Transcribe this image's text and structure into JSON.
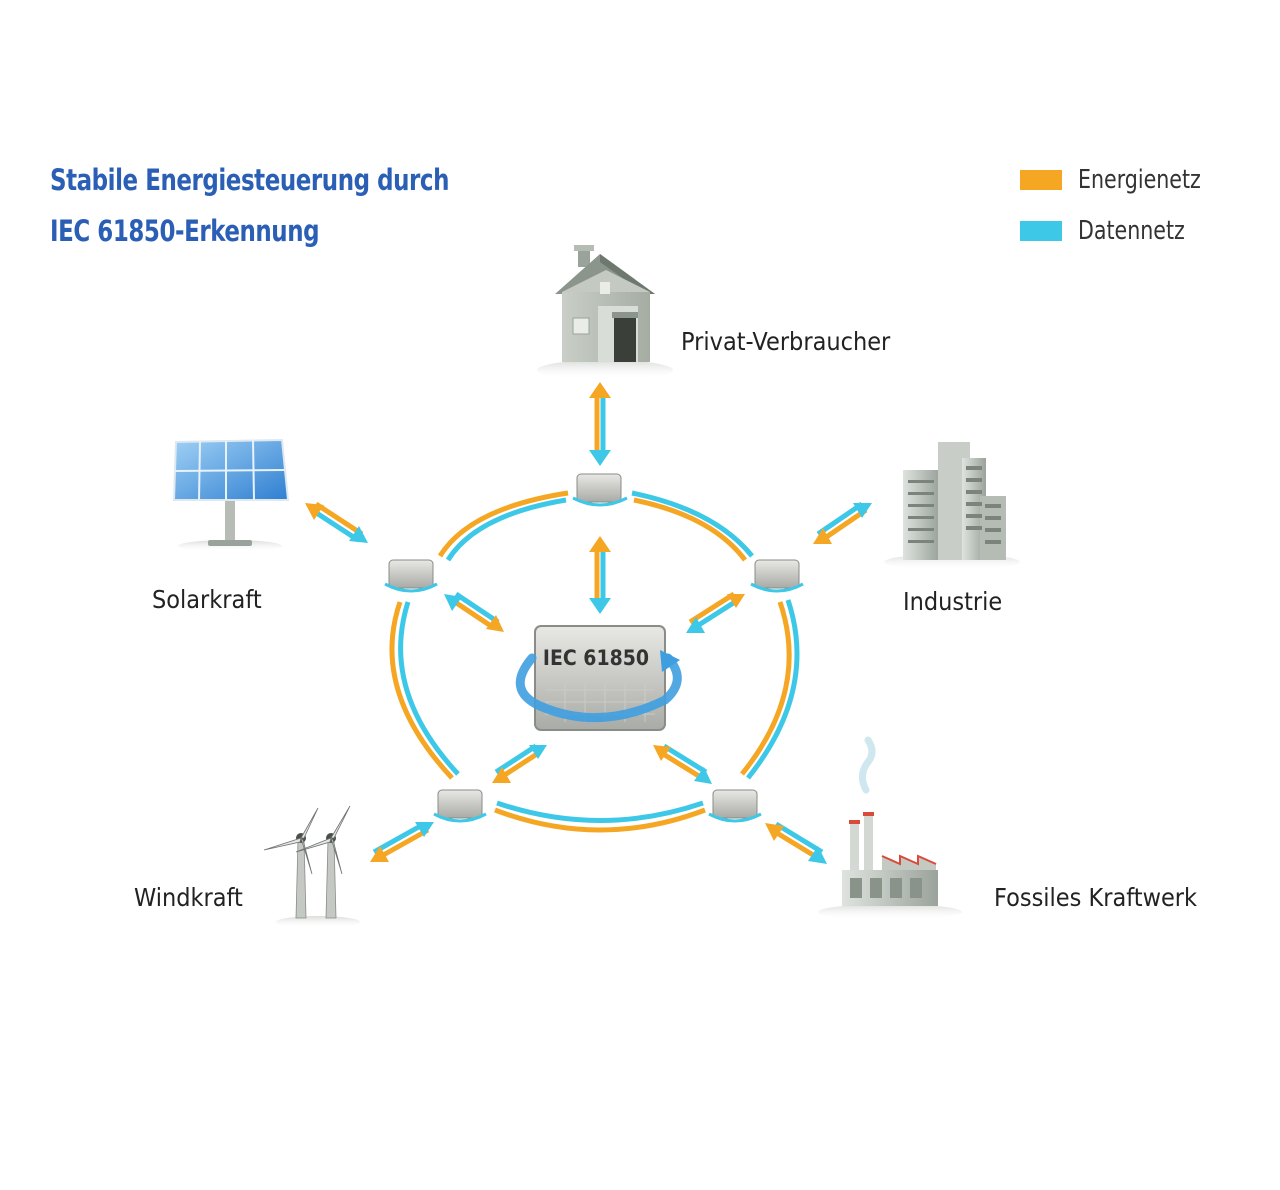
{
  "title": {
    "line1": "Stabile Energiesteuerung durch",
    "line2": "IEC 61850-Erkennung"
  },
  "legend": [
    {
      "label": "Energienetz",
      "color": "#f5a623"
    },
    {
      "label": "Datennetz",
      "color": "#3ec8e8"
    }
  ],
  "nodes": {
    "privat": "Privat-Verbraucher",
    "solar": "Solarkraft",
    "industrie": "Industrie",
    "wind": "Windkraft",
    "fossil": "Fossiles Kraftwerk"
  },
  "center": {
    "label": "IEC 61850"
  },
  "colors": {
    "title": "#2a5fb5",
    "energy": "#f5a623",
    "data": "#3ec8e8"
  }
}
